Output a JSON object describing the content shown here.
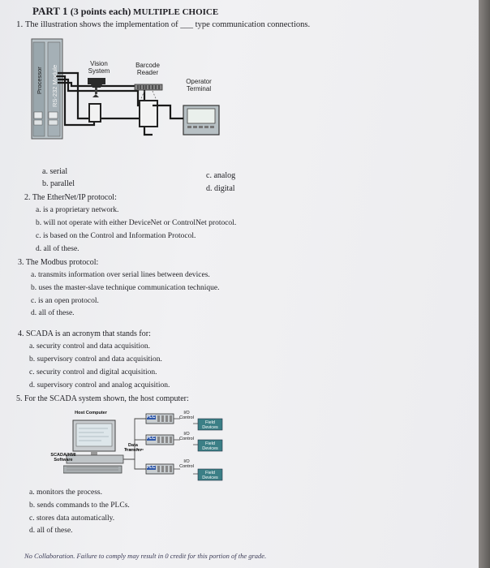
{
  "title": {
    "prefix": "PART 1 ",
    "points": "(3 points each)",
    "suffix": " MULTIPLE CHOICE"
  },
  "q1": {
    "number": "1.",
    "text": "The illustration shows the implementation of ___ type communication connections.",
    "figure": {
      "processor": "Processor",
      "rs232": "RS-232 Module",
      "vision": "Vision System",
      "barcode": "Barcode Reader",
      "operator": "Operator Terminal"
    },
    "options": {
      "a": "a.  serial",
      "b": "b.  parallel",
      "c": "c.  analog",
      "d": "d.  digital"
    }
  },
  "q2": {
    "stem": "2. The EtherNet/IP protocol:",
    "options": [
      "a.  is a proprietary network.",
      "b.  will not operate with either DeviceNet or ControlNet protocol.",
      "c.  is based on the Control and Information Protocol.",
      "d.  all of these."
    ]
  },
  "q3": {
    "stem": "3.  The Modbus protocol:",
    "options": [
      "a.  transmits information over serial lines between devices.",
      "b.  uses the master-slave technique communication technique.",
      "c.  is an open protocol.",
      "d.  all of these."
    ]
  },
  "q4": {
    "stem": "4.  SCADA is an acronym that stands for:",
    "options": [
      "a.  security control and data acquisition.",
      "b.  supervisory control and data acquisition.",
      "c.  security control and digital acquisition.",
      "d.  supervisory control and analog acquisition."
    ]
  },
  "q5": {
    "stem": "5.  For the SCADA system shown, the host computer:",
    "figure": {
      "host": "Host Computer",
      "scada": "SCADA/HMI Software",
      "transfer": "Data Transfer",
      "plc": "PLC",
      "io": "I/O Control",
      "field": "Field Devices"
    },
    "options": [
      "a.  monitors the process.",
      "b.  sends commands to the PLCs.",
      "c.  stores data automatically.",
      "d.  all of these."
    ]
  },
  "footer": "No Collaboration. Failure to comply may result in 0 credit for this portion of the grade."
}
